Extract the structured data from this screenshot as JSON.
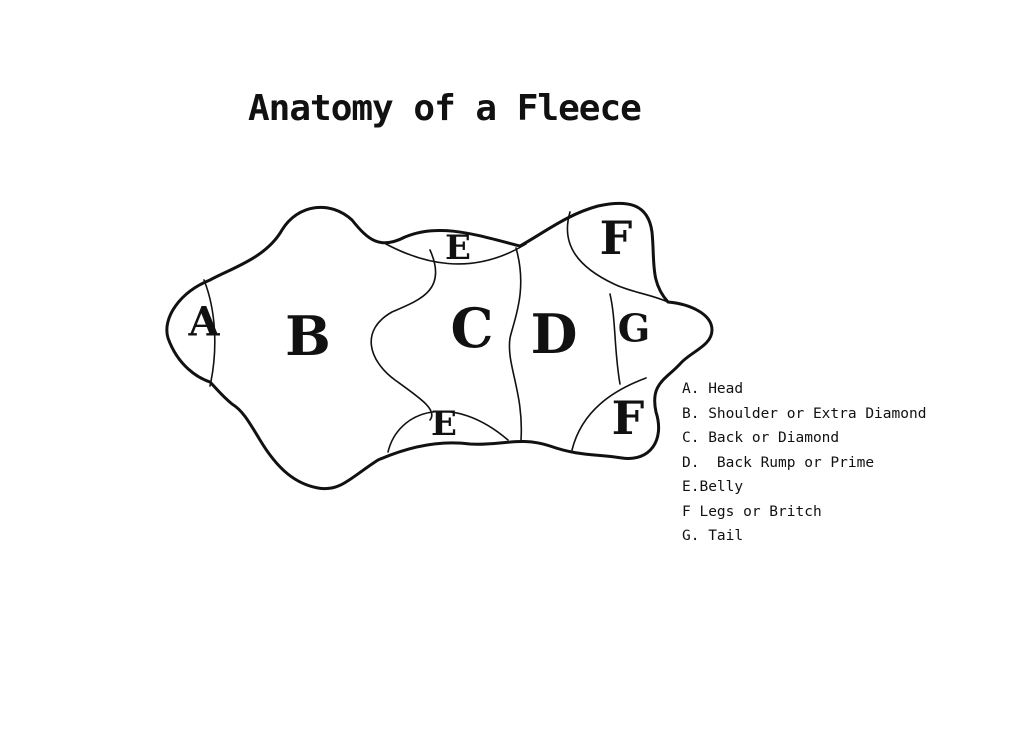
{
  "title": "Anatomy of a Fleece",
  "regions": {
    "a": "A",
    "b": "B",
    "c": "C",
    "d": "D",
    "e_top": "E",
    "e_bottom": "E",
    "f_top": "F",
    "f_bottom": "F",
    "g": "G"
  },
  "legend": [
    "A. Head",
    "B. Shoulder or Extra Diamond",
    "C. Back or Diamond",
    "D.  Back Rump or Prime",
    "E.Belly",
    "F Legs or Britch",
    "G. Tail"
  ]
}
